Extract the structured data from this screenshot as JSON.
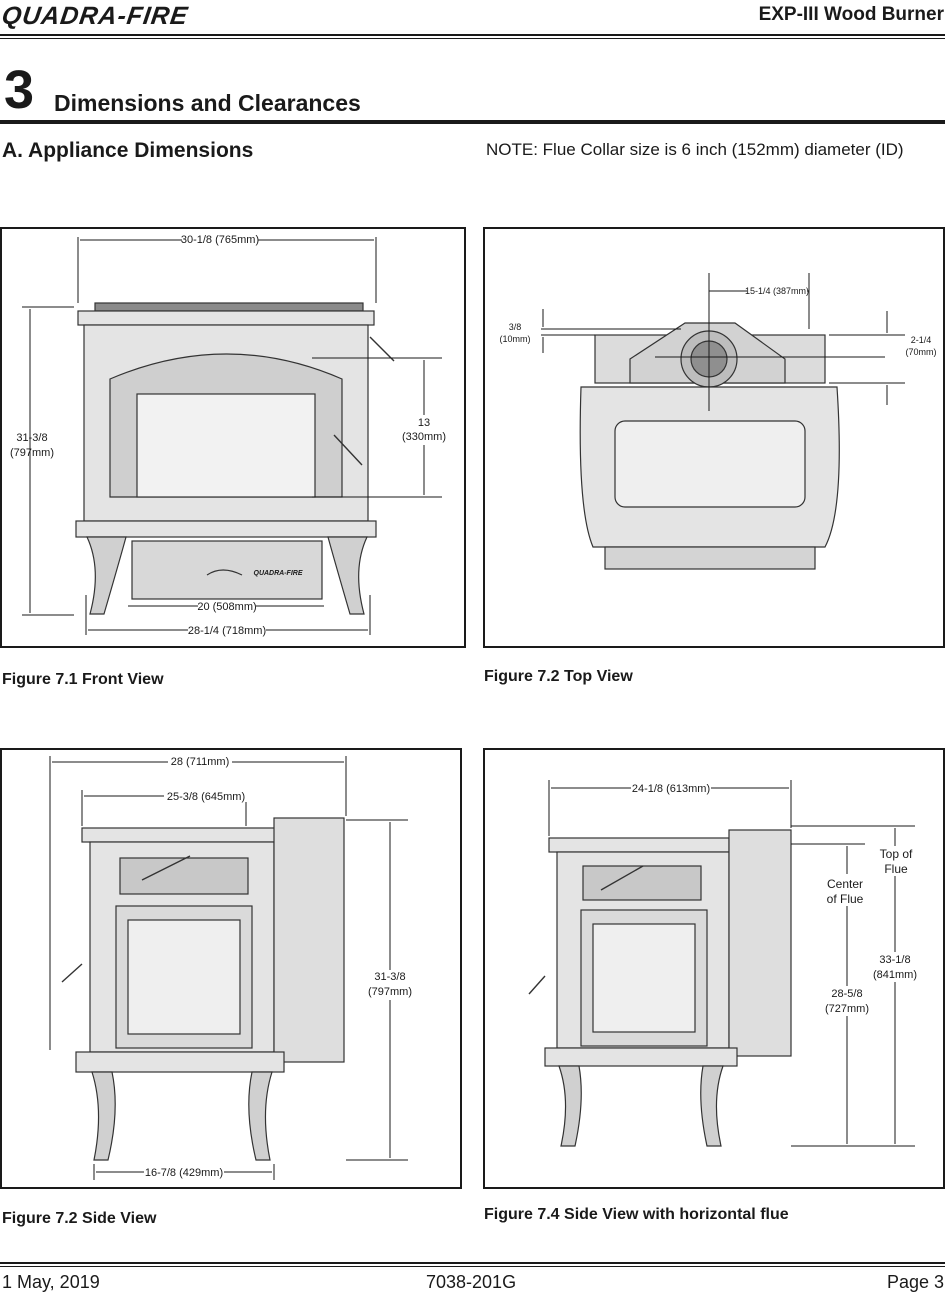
{
  "header": {
    "brand": "QUADRA-FIRE",
    "product": "EXP-III Wood Burner"
  },
  "chapter": {
    "number": "3",
    "title": "Dimensions and Clearances"
  },
  "section": {
    "title": "A. Appliance Dimensions",
    "note": "NOTE:  Flue Collar size is 6 inch (152mm) diameter (ID)"
  },
  "figures": {
    "front": {
      "caption": "Figure 7.1  Front View",
      "dim_width": "30-1/8 (765mm)",
      "dim_height_a": "31-3/8",
      "dim_height_b": "(797mm)",
      "dim_door_a": "13",
      "dim_door_b": "(330mm)",
      "dim_legs": "20 (508mm)",
      "dim_base": "28-1/4 (718mm)",
      "badge": "QUADRA-FIRE"
    },
    "top": {
      "caption": "Figure 7.2  Top View",
      "dim_collar": "15-1/4 (387mm)",
      "dim_left_a": "3/8",
      "dim_left_b": "(10mm)",
      "dim_right_a": "2-1/4",
      "dim_right_b": "(70mm)"
    },
    "side": {
      "caption": "Figure 7.2  Side View",
      "dim_overall": "28 (711mm)",
      "dim_body": "25-3/8 (645mm)",
      "dim_height_a": "31-3/8",
      "dim_height_b": "(797mm)",
      "dim_legs": "16-7/8 (429mm)"
    },
    "side_flue": {
      "caption": "Figure 7.4  Side View with horizontal flue",
      "dim_depth": "24-1/8 (613mm)",
      "label_center_a": "Center",
      "label_center_b": "of Flue",
      "label_top_a": "Top of",
      "label_top_b": "Flue",
      "dim_center_a": "28-5/8",
      "dim_center_b": "(727mm)",
      "dim_top_a": "33-1/8",
      "dim_top_b": "(841mm)"
    }
  },
  "footer": {
    "date": "1 May, 2019",
    "doc_number": "7038-201G",
    "page": "Page 3"
  }
}
